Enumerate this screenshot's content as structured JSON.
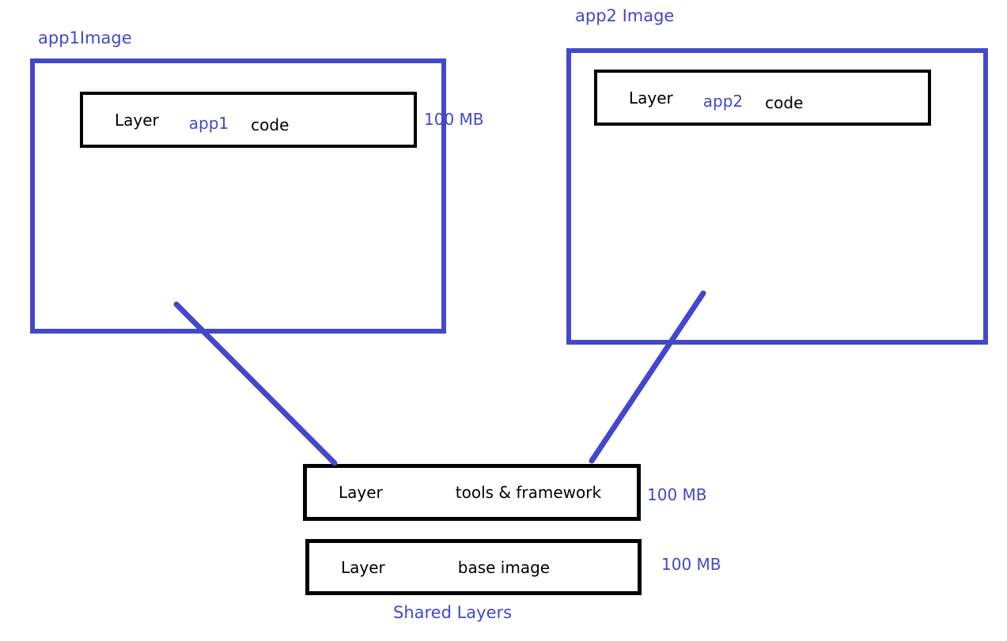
{
  "diagram": {
    "colors": {
      "blue": "#4348cb",
      "black": "#000000"
    },
    "app1": {
      "title": "app1Image",
      "layer_word": "Layer",
      "name": "app1",
      "code_word": "code",
      "size": "100 MB"
    },
    "app2": {
      "title": "app2 Image",
      "layer_word": "Layer",
      "name": "app2",
      "code_word": "code"
    },
    "shared_layers": {
      "caption": "Shared Layers",
      "rows": [
        {
          "layer_word": "Layer",
          "label": "tools & framework",
          "size": "100 MB"
        },
        {
          "layer_word": "Layer",
          "label": "base image",
          "size": "100 MB"
        }
      ]
    }
  }
}
